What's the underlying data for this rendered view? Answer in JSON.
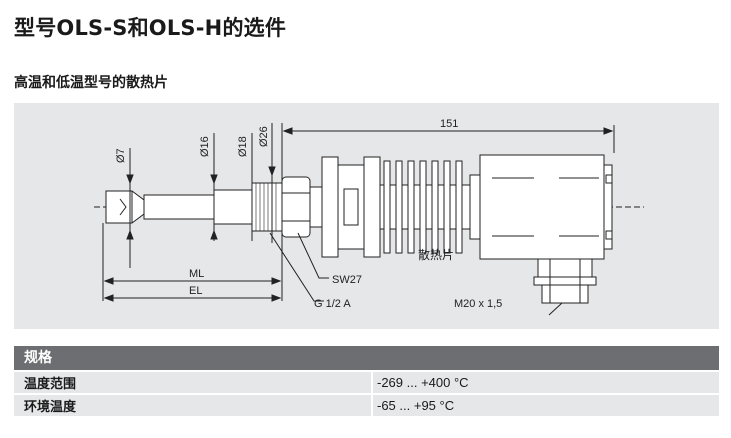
{
  "title": "型号OLS-S和OLS-H的选件",
  "section_title": "高温和低温型号的散热片",
  "drawing": {
    "dim_7": "Ø7",
    "dim_16": "Ø16",
    "dim_18": "Ø18",
    "dim_26": "Ø26",
    "dim_151": "151",
    "ml": "ML",
    "el": "EL",
    "sw27": "SW27",
    "thread": "G 1/2 A",
    "cable": "M20 x 1,5",
    "heatsink": "散热片"
  },
  "table": {
    "header": "规格",
    "rows": [
      {
        "label": "温度范围",
        "value": "-269 ... +400 °C"
      },
      {
        "label": "环境温度",
        "value": "-65 ... +95 °C"
      }
    ]
  }
}
